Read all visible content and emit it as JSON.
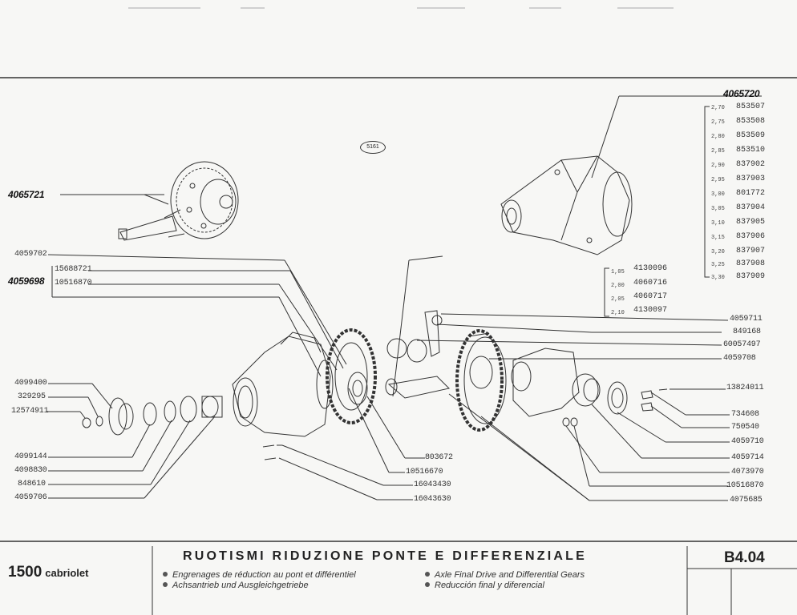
{
  "plate_badge": "5161",
  "assemblies": {
    "left_assembly_code": "4065721",
    "right_assembly_code": "4065720",
    "right_ratio_table": [
      {
        "ratio": "2,70",
        "code": "853507"
      },
      {
        "ratio": "2,75",
        "code": "853508"
      },
      {
        "ratio": "2,80",
        "code": "853509"
      },
      {
        "ratio": "2,85",
        "code": "853510"
      },
      {
        "ratio": "2,90",
        "code": "837902"
      },
      {
        "ratio": "2,95",
        "code": "837903"
      },
      {
        "ratio": "3,00",
        "code": "801772"
      },
      {
        "ratio": "3,05",
        "code": "837904"
      },
      {
        "ratio": "3,10",
        "code": "837905"
      },
      {
        "ratio": "3,15",
        "code": "837906"
      },
      {
        "ratio": "3,20",
        "code": "837907"
      },
      {
        "ratio": "3,25",
        "code": "837908"
      },
      {
        "ratio": "3,30",
        "code": "837909"
      }
    ],
    "middle_ratio_table": [
      {
        "ratio": "1,05",
        "code": "4130096"
      },
      {
        "ratio": "2,00",
        "code": "4060716"
      },
      {
        "ratio": "2,05",
        "code": "4060717"
      },
      {
        "ratio": "2,10",
        "code": "4130097"
      }
    ]
  },
  "left_labels": {
    "l1": "4059702",
    "l2_bold": "4059698",
    "l2a": "15688721",
    "l2b": "10516870",
    "l3": "4099400",
    "l4": "329295",
    "l5": "12574911",
    "l6": "4099144",
    "l7": "4098830",
    "l8": "848610",
    "l9": "4059706"
  },
  "bottom_mid_labels": [
    "803672",
    "10516670",
    "16043430",
    "16043630"
  ],
  "right_labels": {
    "r1": "4059711",
    "r2": "849168",
    "r3": "60057497",
    "r4": "4059708",
    "r5": "13824011",
    "r6": "734608",
    "r7": "750540",
    "r8": "4059710",
    "r9": "4059714",
    "r10": "4073970",
    "r11": "10516870",
    "r12": "4075685"
  },
  "footer": {
    "model": "1500",
    "model_sub": "cabriolet",
    "title": "RUOTISMI RIDUZIONE PONTE E DIFFERENZIALE",
    "code": "B4.04",
    "fr": "Engrenages de réduction au pont et différentiel",
    "de": "Achsantrieb und Ausgleichgetriebe",
    "en": "Axle Final Drive and Differential Gears",
    "es": "Reducción final y diferencial"
  }
}
